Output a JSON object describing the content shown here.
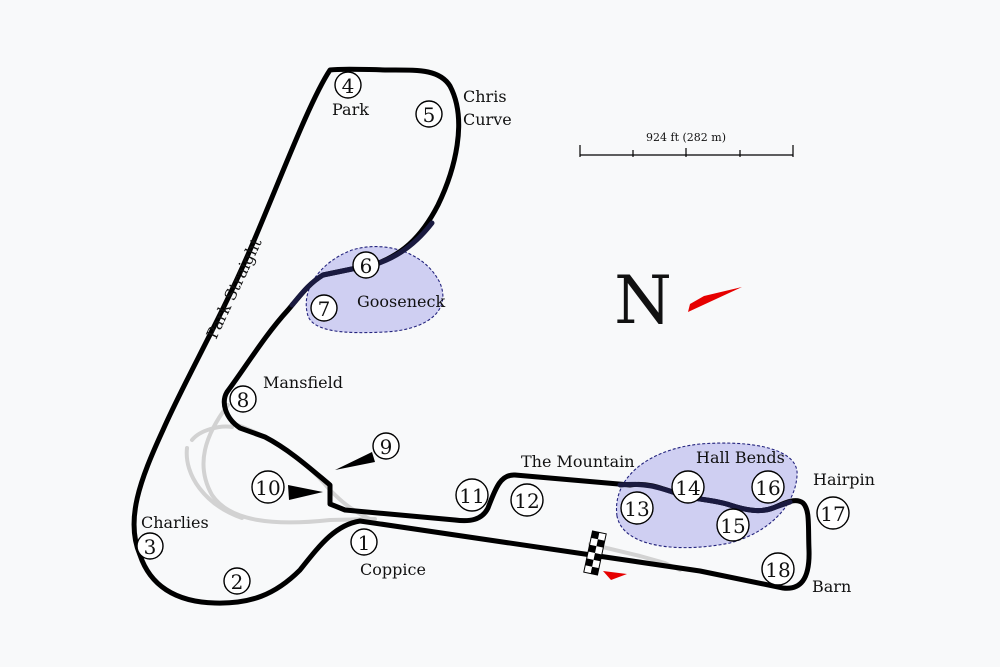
{
  "colors": {
    "background": "#f8f9fa",
    "track": "#000000",
    "track_dark_section": "#1a1a40",
    "old_layout": "#d2d2d2",
    "zone_fill": "#c8c8f0",
    "zone_stroke": "#23237d",
    "north_arrow": "#e60000",
    "start_arrow": "#e60000"
  },
  "scale_bar": {
    "label": "924 ft (282 m)"
  },
  "north": {
    "label": "N"
  },
  "zones": [
    {
      "name": "Gooseneck"
    },
    {
      "name": "Hall Bends"
    }
  ],
  "labels": {
    "park_straight": "Park Straight",
    "park": "Park",
    "chris_curve_line1": "Chris",
    "chris_curve_line2": "Curve",
    "gooseneck": "Gooseneck",
    "mansfield": "Mansfield",
    "the_mountain": "The Mountain",
    "hall_bends": "Hall Bends",
    "hairpin": "Hairpin",
    "barn": "Barn",
    "charlies": "Charlies",
    "coppice": "Coppice"
  },
  "turns": [
    "1",
    "2",
    "3",
    "4",
    "5",
    "6",
    "7",
    "8",
    "9",
    "10",
    "11",
    "12",
    "13",
    "14",
    "15",
    "16",
    "17",
    "18"
  ]
}
